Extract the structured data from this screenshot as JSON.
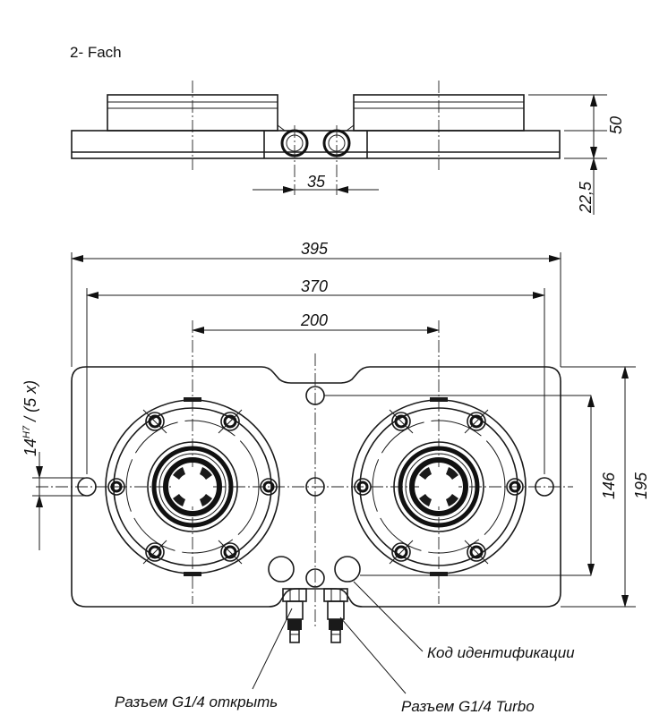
{
  "header": {
    "title": "2- Fach"
  },
  "dimensions": {
    "d35": "35",
    "d50": "50",
    "d22_5": "22,5",
    "d395": "395",
    "d370": "370",
    "d200": "200",
    "d146": "146",
    "d195": "195",
    "bore_main": "14",
    "bore_sup": "H7",
    "bore_rest": " / (5 x)"
  },
  "callouts": {
    "id_code": "Код идентификации",
    "port_open": "Разъем G1/4 открыть",
    "port_turbo": "Разъем G1/4 Turbo"
  }
}
